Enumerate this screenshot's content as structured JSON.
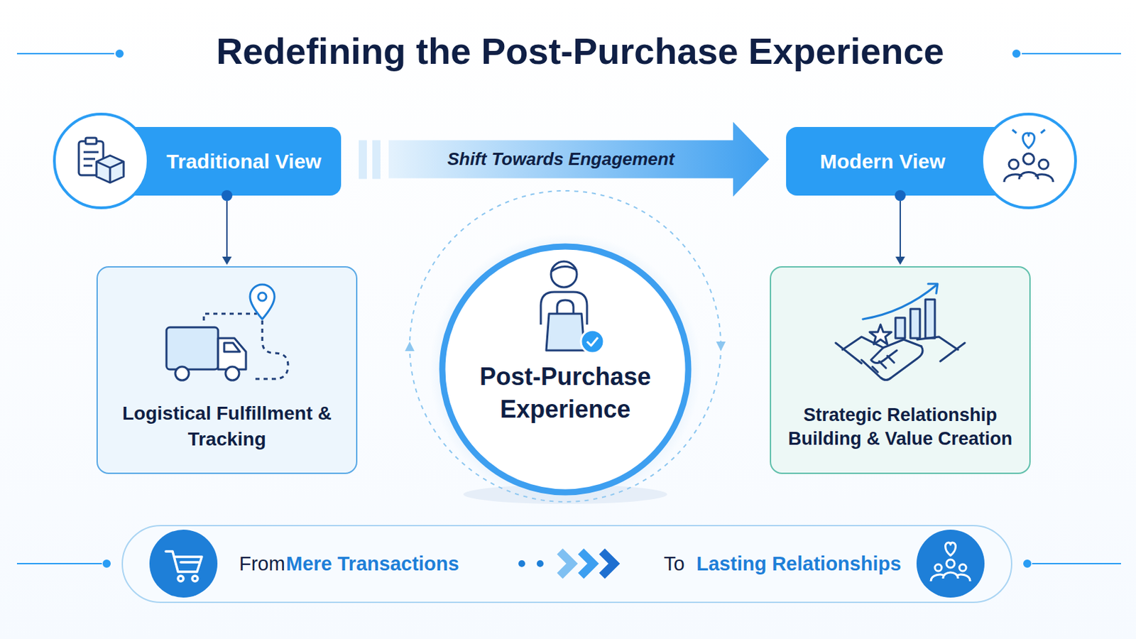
{
  "diagram": {
    "title": "Redefining the Post-Purchase Experience",
    "nodes": [
      {
        "text": [
          "Traditional View"
        ]
      },
      {
        "text": [
          "Modern View"
        ]
      },
      {
        "text": [
          "Logistical Fulfillment & Tracking"
        ]
      },
      {
        "text": [
          "Post-Purchase Experience"
        ]
      },
      {
        "text": [
          "Strategic Relationship Building & Value Creation"
        ]
      },
      {
        "text": [
          "From",
          "Mere Transactions",
          "To",
          "Lasting Relationships"
        ]
      }
    ],
    "edges": [
      {
        "from": 0,
        "to": 1,
        "label": "Shift Towards Engagement",
        "arrow": "to"
      },
      {
        "from": 0,
        "to": 2,
        "arrow": "to"
      },
      {
        "from": 1,
        "to": 4,
        "arrow": "to"
      }
    ]
  }
}
